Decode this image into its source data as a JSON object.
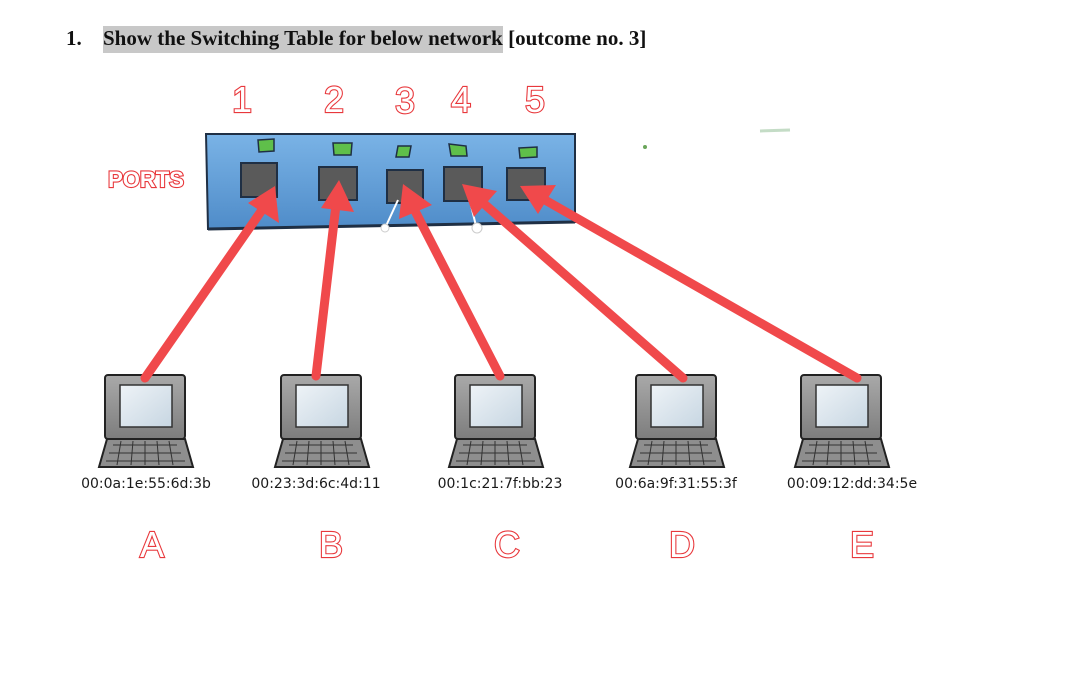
{
  "question": {
    "number": "1.",
    "text_highlighted": "Show the Switching Table for below network",
    "text_rest": " [outcome no. 3]"
  },
  "switch": {
    "label": "PORTS",
    "ports": [
      "1",
      "2",
      "3",
      "4",
      "5"
    ]
  },
  "computers": [
    {
      "letter": "A",
      "mac": "00:0a:1e:55:6d:3b",
      "port": "1"
    },
    {
      "letter": "B",
      "mac": "00:23:3d:6c:4d:11",
      "port": "2"
    },
    {
      "letter": "C",
      "mac": "00:1c:21:7f:bb:23",
      "port": "3"
    },
    {
      "letter": "D",
      "mac": "00:6a:9f:31:55:3f",
      "port": "4"
    },
    {
      "letter": "E",
      "mac": "00:09:12:dd:34:5e",
      "port": "5"
    }
  ],
  "colors": {
    "arrow": "#f0494b",
    "switch_body": "#5b97d4",
    "port_led": "#5fbf4a",
    "letter_outline": "#e8383c"
  }
}
